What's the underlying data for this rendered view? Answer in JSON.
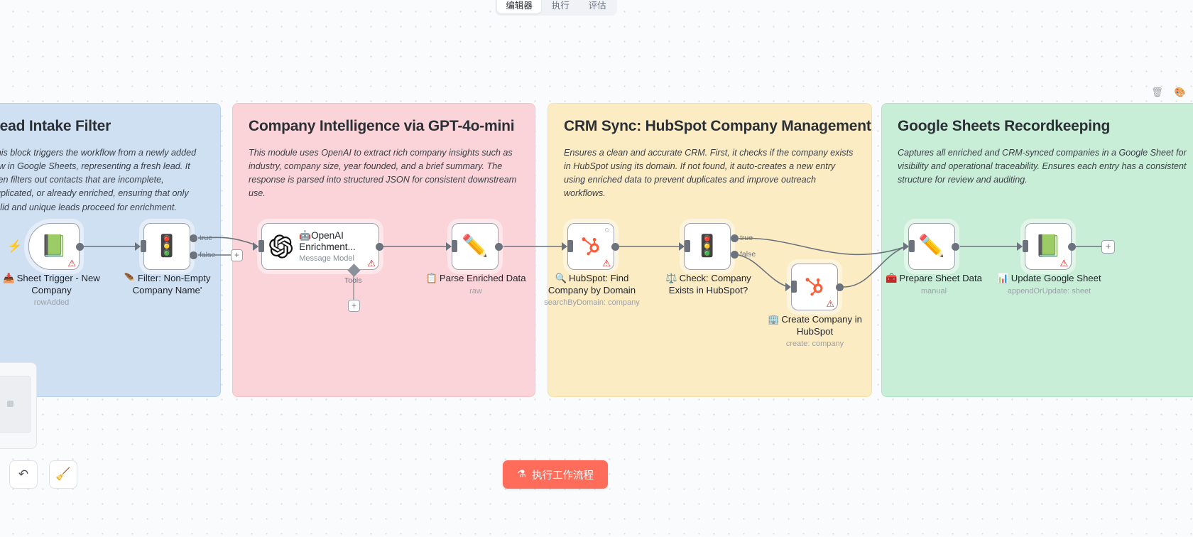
{
  "topbar": {
    "tabs": [
      {
        "label": "编辑器",
        "active": true
      },
      {
        "label": "执行",
        "active": false
      },
      {
        "label": "评估",
        "active": false
      }
    ]
  },
  "blocks": [
    {
      "id": "lead-intake-filter",
      "title": "Lead Intake Filter",
      "description": "This block triggers the workflow from a newly added row in Google Sheets, representing a fresh lead. It then filters out contacts that are incomplete, duplicated, or already enriched, ensuring that only valid and unique leads proceed for enrichment.",
      "color": "#cfe0f2"
    },
    {
      "id": "company-intelligence",
      "title": "Company Intelligence via GPT-4o-mini",
      "description": "This module uses OpenAI to extract rich company insights such as industry, company size, year founded, and a brief summary. The response is parsed into structured JSON for consistent downstream use.",
      "color": "#fbd4d9"
    },
    {
      "id": "crm-sync",
      "title": "CRM Sync: HubSpot Company Management",
      "description": "Ensures a clean and accurate CRM. First, it checks if the company exists in HubSpot using its domain. If not found, it auto-creates a new entry using enriched data to prevent duplicates and improve outreach workflows.",
      "color": "#fcecc4"
    },
    {
      "id": "google-sheets-recordkeeping",
      "title": "Google Sheets Recordkeeping",
      "description": "Captures all enriched and CRM-synced companies in a Google Sheet for visibility and operational traceability. Ensures each entry has a consistent structure for review and auditing.",
      "color": "#c9eed7"
    }
  ],
  "nodes": [
    {
      "id": "sheet-trigger",
      "name": "Sheet Trigger - New Company",
      "subtitle": "rowAdded",
      "icon": "📥",
      "glyph": "📗",
      "has_warning": true
    },
    {
      "id": "filter-non-empty",
      "name": "Filter: Non-Empty Company Name'",
      "subtitle": "",
      "icon": "🪶",
      "glyph": "🚦",
      "has_warning": false,
      "outputs": [
        "true",
        "false"
      ]
    },
    {
      "id": "openai-enrichment",
      "name": "OpenAI Enrichment...",
      "subtitle": "Message Model",
      "icon": "🤖",
      "glyph": "openai",
      "has_warning": true,
      "sub_port": "Tools"
    },
    {
      "id": "parse-enriched-data",
      "name": "Parse Enriched Data",
      "subtitle": "raw",
      "icon": "📋",
      "glyph": "✏️",
      "has_warning": false
    },
    {
      "id": "hubspot-find-company",
      "name": "HubSpot: Find Company by Domain",
      "subtitle": "searchByDomain: company",
      "icon": "🔍",
      "glyph": "hubspot",
      "has_warning": true,
      "has_spinner": true
    },
    {
      "id": "check-company-exists",
      "name": "Check: Company Exists in HubSpot?",
      "subtitle": "",
      "icon": "⚖️",
      "glyph": "🚦",
      "has_warning": false,
      "outputs": [
        "true",
        "false"
      ]
    },
    {
      "id": "create-company-hubspot",
      "name": "Create Company in HubSpot",
      "subtitle": "create: company",
      "icon": "🏢",
      "glyph": "hubspot",
      "has_warning": true
    },
    {
      "id": "prepare-sheet-data",
      "name": "Prepare Sheet Data",
      "subtitle": "manual",
      "icon": "🧰",
      "glyph": "✏️",
      "has_warning": false
    },
    {
      "id": "update-google-sheet",
      "name": "Update Google Sheet",
      "subtitle": "appendOrUpdate: sheet",
      "icon": "📊",
      "glyph": "📗",
      "has_warning": true
    }
  ],
  "toolbar": {
    "undo_label": "↶",
    "tidy_label": "🧹",
    "run_label": "执行工作流程",
    "run_icon": "⚗",
    "run_color": "#ff6d5a"
  },
  "block_actions": {
    "delete_label": "🗑",
    "palette_label": "🎨"
  },
  "add_end_label": "+",
  "plus_label": "+"
}
